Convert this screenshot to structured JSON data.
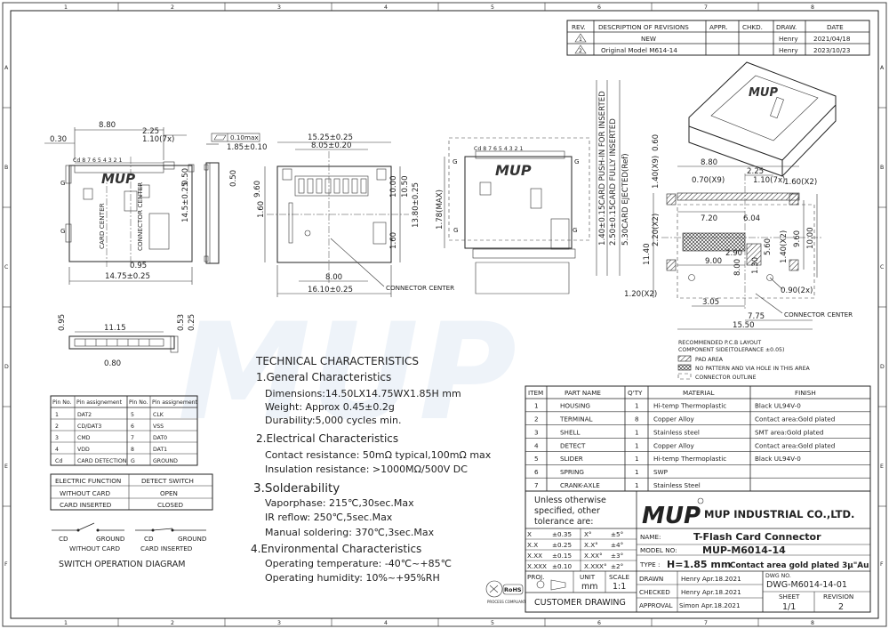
{
  "border": {
    "columns": [
      "1",
      "2",
      "3",
      "4",
      "5",
      "6",
      "7",
      "8"
    ],
    "rows": [
      "A",
      "B",
      "C",
      "D",
      "E",
      "F"
    ]
  },
  "revisions": {
    "headers": [
      "REV.",
      "DESCRIPTION OF REVISIONS",
      "APPR.",
      "CHKD.",
      "DRAW.",
      "DATE"
    ],
    "rows": [
      {
        "rev": "1",
        "desc": "NEW",
        "appr": "",
        "chkd": "",
        "draw": "Henry",
        "date": "2021/04/18"
      },
      {
        "rev": "2",
        "desc": "Original Model M614-14",
        "appr": "",
        "chkd": "",
        "draw": "Henry",
        "date": "2023/10/23"
      }
    ]
  },
  "front_view": {
    "dims": [
      "8.80",
      "2.25",
      "1.10(7x)",
      "0.30",
      "0.50",
      "14.5±0.25",
      "0.95",
      "14.75±0.25"
    ],
    "pin_numbers": "Cd 8 7 6 5 4 3 2 1",
    "labels": [
      "CARD CENTER",
      "CONNECTOR CENTER",
      "G",
      "G"
    ],
    "logo": "MUP"
  },
  "side_view": {
    "flatness": "0.10max",
    "dims": [
      "1.85±0.10",
      "0.50"
    ]
  },
  "bottom_view": {
    "dims": [
      "15.25±0.25",
      "8.05±0.20",
      "9.60",
      "1.60",
      "10.00",
      "10.50",
      "13.80±0.25",
      "1.60",
      "8.00",
      "16.10±0.25"
    ],
    "connector_center": "CONNECTOR CENTER"
  },
  "insertion_view": {
    "pin_numbers": "Cd 8 7 6 5 4 3 2 1",
    "dims": [
      "1.78(MAX)",
      "1.40±0.15CARD PUSH-IN FOR INSERTED",
      "2.50±0.15CARD FULLY INSERTED",
      "5.30CARD EJECTED(Ref)"
    ],
    "labels": [
      "G",
      "G",
      "G",
      "G"
    ],
    "logo": "MUP"
  },
  "pcb_layout": {
    "dims": [
      "8.80",
      "2.25",
      "1.40(X9)",
      "0.60",
      "0.70(X9)",
      "1.10(7x)",
      "1.60(X2)",
      "7.20",
      "6.04",
      "2.20(X2)",
      "11.40",
      "9.60",
      "10.00",
      "1.40(X2)",
      "5.60",
      "2.90",
      "9.00",
      "1.30",
      "3.05",
      "0.90(2x)",
      "1.20(X2)",
      "15.50",
      "7.75",
      "8.00"
    ],
    "connector_center": "CONNECTOR CENTER",
    "legend_title": "RECOMMENDED P.C.B LAYOUT",
    "legend_subtitle": "COMPONENT SIDE(TOLERANCE ±0.05)",
    "legend": [
      "PAD AREA",
      "NO PATTERN AND VIA HOLE IN THIS AREA",
      "CONNECTOR OUTLINE"
    ]
  },
  "small_side_view": {
    "dims": [
      "0.95",
      "11.15",
      "0.53",
      "0.25",
      "0.80"
    ]
  },
  "pin_table": {
    "headers": [
      "Pin No.",
      "Pin assignement",
      "Pin No.",
      "Pin assignement"
    ],
    "rows": [
      [
        "1",
        "DAT2",
        "5",
        "CLK"
      ],
      [
        "2",
        "CD/DAT3",
        "6",
        "VSS"
      ],
      [
        "3",
        "CMD",
        "7",
        "DAT0"
      ],
      [
        "4",
        "VDD",
        "8",
        "DAT1"
      ],
      [
        "Cd",
        "CARD DETECTION",
        "G",
        "GROUND"
      ]
    ]
  },
  "switch_table": {
    "headers": [
      "ELECTRIC FUNCTION",
      "DETECT SWITCH"
    ],
    "rows": [
      [
        "WITHOUT CARD",
        "OPEN"
      ],
      [
        "CARD INSERTED",
        "CLOSED"
      ]
    ]
  },
  "switch_diagram": {
    "left_labels": [
      "CD",
      "GROUND",
      "WITHOUT CARD"
    ],
    "right_labels": [
      "CD",
      "GROUND",
      "CARD INSERTED"
    ],
    "title": "SWITCH OPERATION DIAGRAM"
  },
  "technical": {
    "title": "TECHNICAL CHARACTERISTICS",
    "sections": [
      {
        "heading": "1.General Characteristics",
        "lines": [
          "Dimensions:14.50LX14.75WX1.85H mm",
          "Weight: Approx 0.45±0.2g",
          "Durability:5,000 cycles min."
        ]
      },
      {
        "heading": "2.Electrical Characteristics",
        "lines": [
          "Contact resistance: 50mΩ typical,100mΩ max",
          "Insulation resistance: >1000MΩ/500V DC"
        ]
      },
      {
        "heading": "3.Solderability",
        "lines": [
          "Vaporphase: 215℃,30sec.Max",
          "IR reflow: 250℃,5sec.Max",
          "Manual soldering: 370℃,3sec.Max"
        ]
      },
      {
        "heading": "4.Environmental Characteristics",
        "lines": [
          "Operating temperature: -40℃~+85℃",
          "Operating humidity: 10%~+95%RH"
        ]
      }
    ]
  },
  "bom": {
    "headers": [
      "ITEM",
      "PART NAME",
      "Q'TY",
      "MATERIAL",
      "FINISH"
    ],
    "rows": [
      [
        "7",
        "CRANK-AXLE",
        "1",
        "Stainless Steel",
        ""
      ],
      [
        "6",
        "SPRING",
        "1",
        "SWP",
        ""
      ],
      [
        "5",
        "SLIDER",
        "1",
        "Hi-temp Thermoplastic",
        "Black UL94V-0"
      ],
      [
        "4",
        "DETECT",
        "1",
        "Copper Alloy",
        "Contact area:Gold plated"
      ],
      [
        "3",
        "SHELL",
        "1",
        "Stainless steel",
        "SMT area:Gold plated"
      ],
      [
        "2",
        "TERMINAL",
        "8",
        "Copper Alloy",
        "Contact area:Gold plated"
      ],
      [
        "1",
        "HOUSING",
        "1",
        "Hi-temp Thermoplastic",
        "Black UL94V-0"
      ]
    ]
  },
  "title_block": {
    "tolerance_note": [
      "Unless otherwise",
      "specified, other",
      "tolerance are:"
    ],
    "tolerances": [
      [
        "X",
        "±0.35",
        "X°",
        "±5°"
      ],
      [
        "X.X",
        "±0.25",
        "X.X°",
        "±4°"
      ],
      [
        "X.XX",
        "±0.15",
        "X.XX°",
        "±3°"
      ],
      [
        "X.XXX",
        "±0.10",
        "X.XXX°",
        "±2°"
      ]
    ],
    "logo": "MUP",
    "company": "MUP INDUSTRIAL CO.,LTD.",
    "name_label": "NAME:",
    "name_value": "T-Flash Card Connector",
    "model_label": "MODEL NO:",
    "model_value": "MUP-M6014-14",
    "type_label": "TYPE :",
    "type_value": "H=1.85 mm",
    "type_extra": "Contact area gold plated 3μ\"Au",
    "proj_label": "PROJ.",
    "unit_label": "UNIT",
    "unit_value": "mm",
    "scale_label": "SCALE",
    "scale_value": "1:1",
    "drawn_label": "DRAWN",
    "drawn_value": "Henry Apr.18.2021",
    "checked_label": "CHECKED",
    "checked_value": "Henry Apr.18.2021",
    "approval_label": "APPROVAL",
    "approval_value": "Simon Apr.18.2021",
    "dwg_label": "DWG NO.",
    "dwg_value": "DWG-M6014-14-01",
    "sheet_label": "SHEET",
    "sheet_value": "1/1",
    "revision_label": "REVISION",
    "revision_value": "2",
    "customer_drawing": "CUSTOMER DRAWING",
    "rohs": "RoHS",
    "process_compliant": "PROCESS COMPLIANT"
  }
}
